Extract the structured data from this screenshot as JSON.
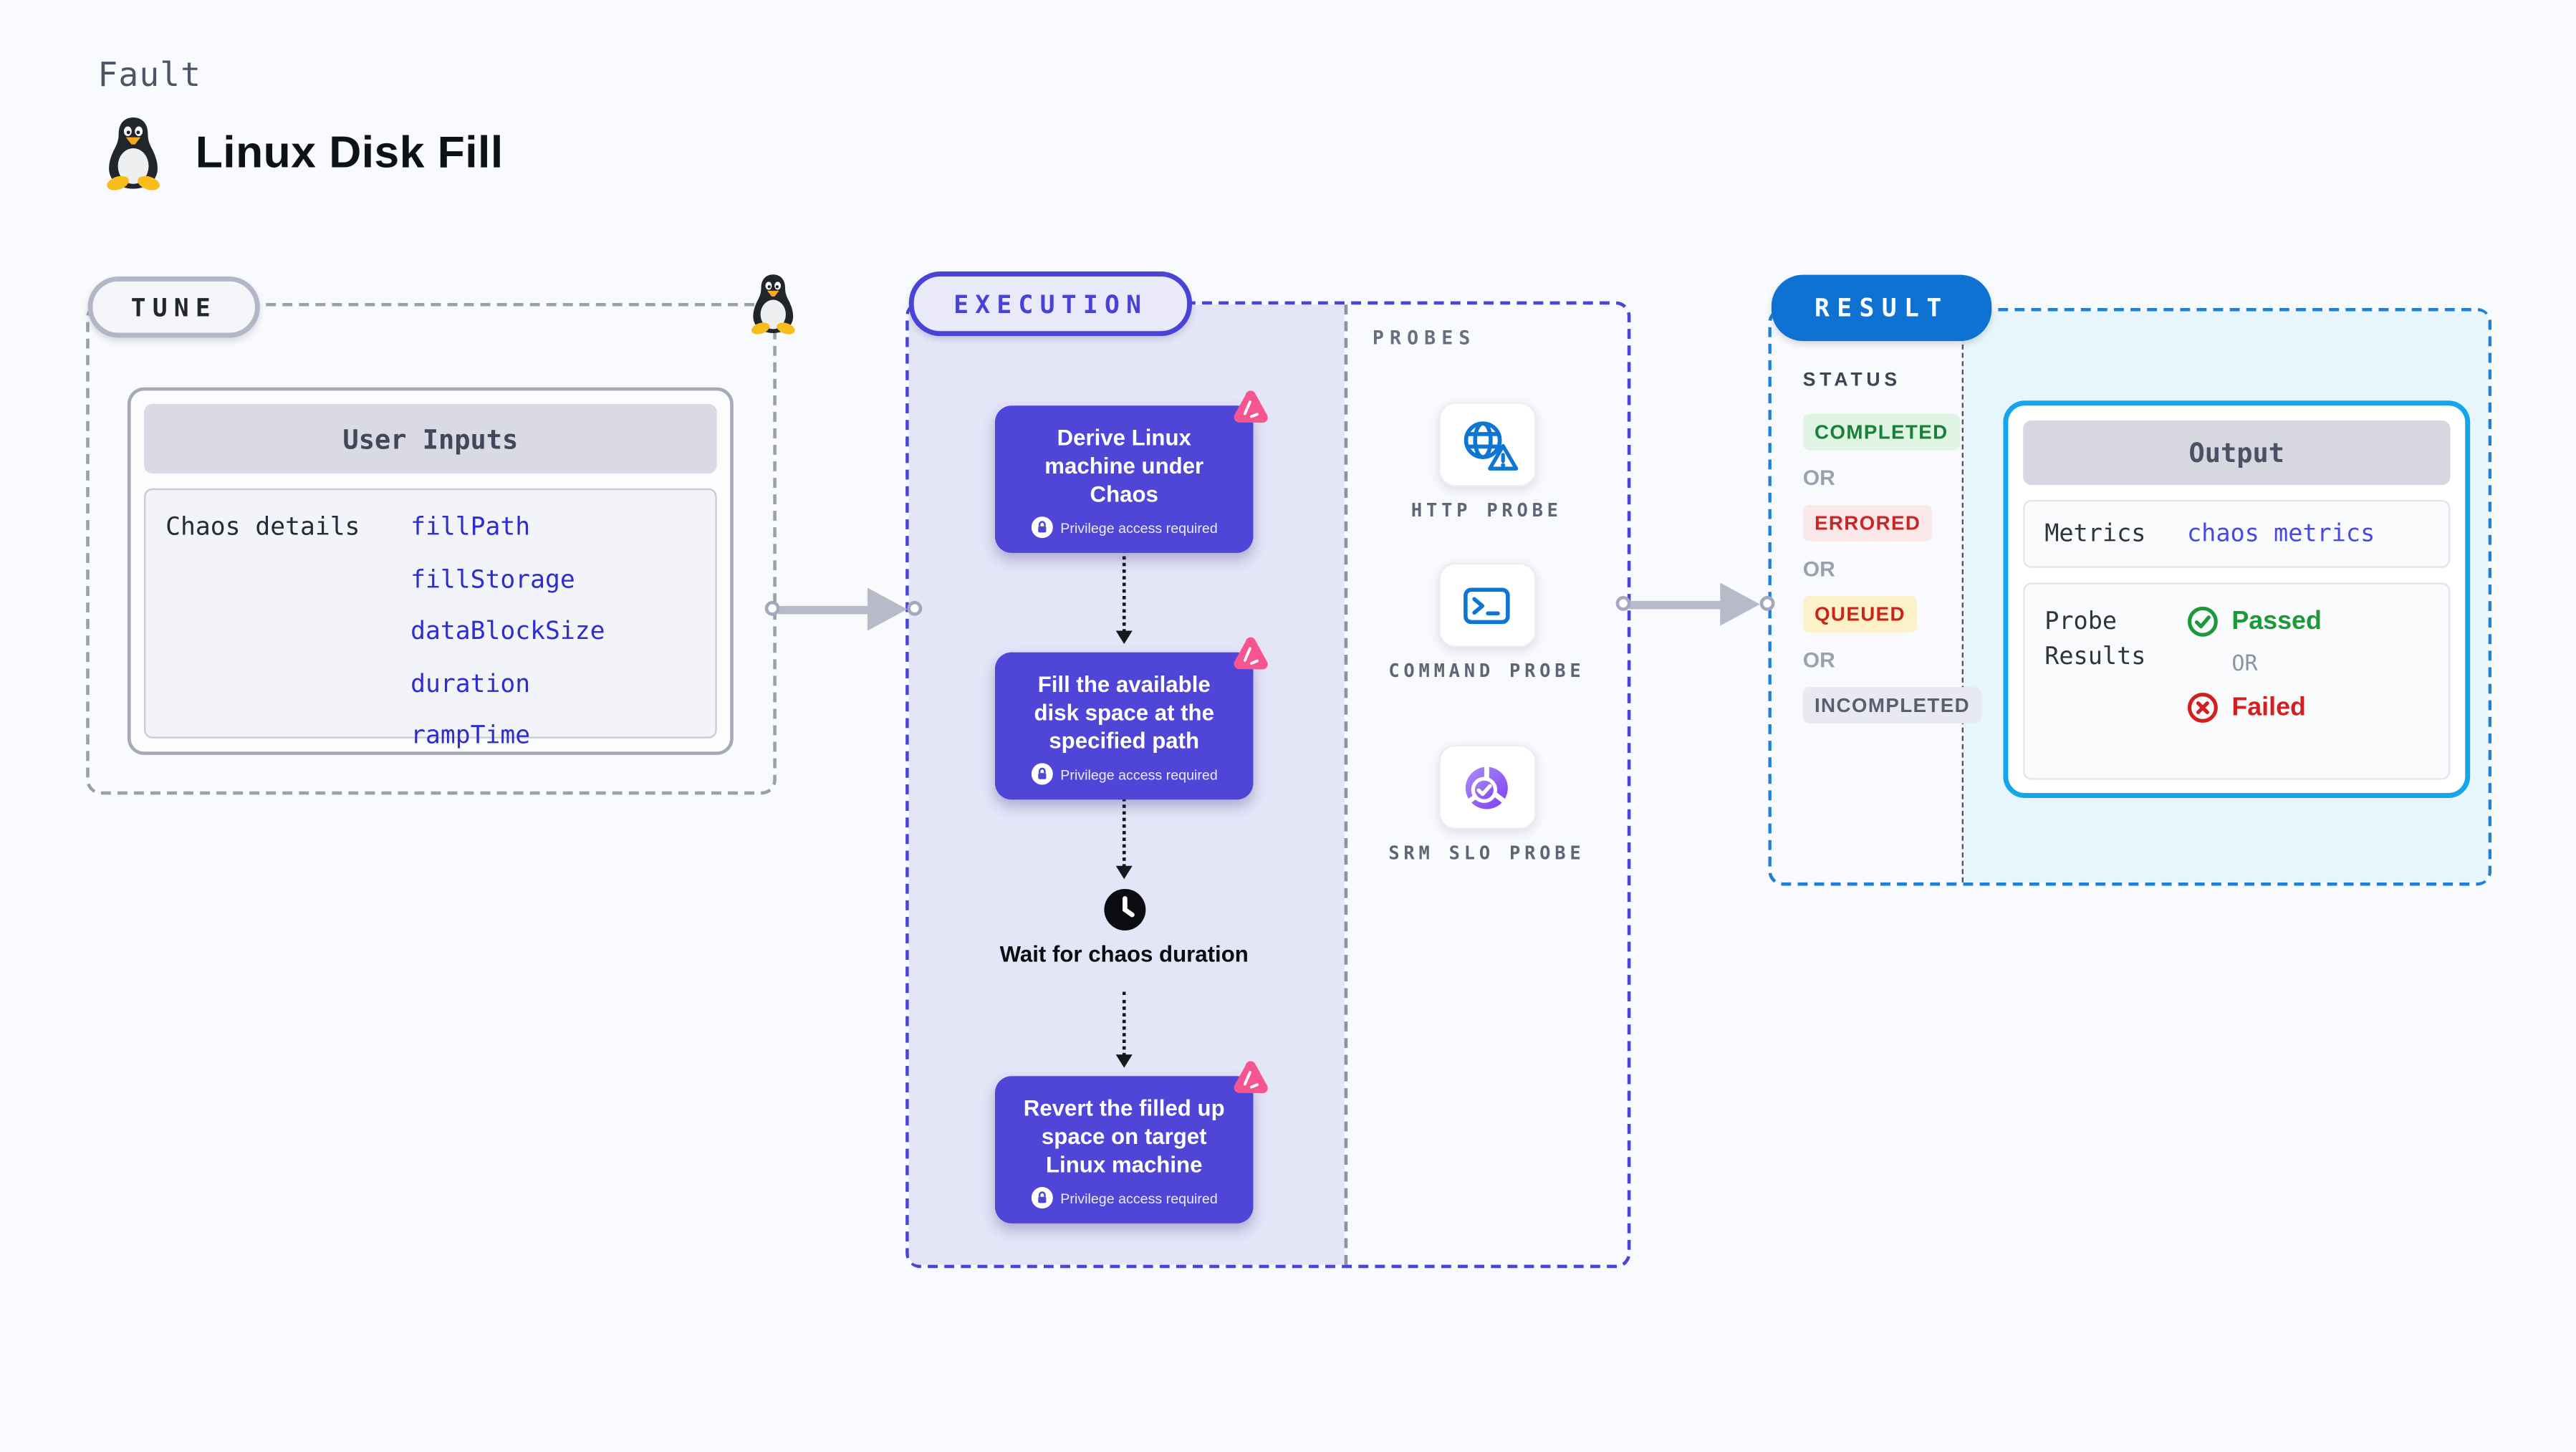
{
  "header": {
    "category_label": "Fault",
    "title": "Linux Disk Fill"
  },
  "tune": {
    "badge": "TUNE",
    "card_header": "User Inputs",
    "row_label": "Chaos details",
    "inputs": [
      "fillPath",
      "fillStorage",
      "dataBlockSize",
      "duration",
      "rampTime"
    ]
  },
  "execution": {
    "badge": "EXECUTION",
    "privilege_note": "Privilege access required",
    "steps": [
      {
        "title": "Derive Linux machine under Chaos"
      },
      {
        "title": "Fill the available disk space at the specified path"
      },
      {
        "title": "Revert the filled up space on target Linux machine"
      }
    ],
    "wait_label": "Wait for chaos duration"
  },
  "probes": {
    "title": "PROBES",
    "items": [
      {
        "label": "HTTP PROBE",
        "icon": "globe-warning-icon"
      },
      {
        "label": "COMMAND PROBE",
        "icon": "terminal-icon"
      },
      {
        "label": "SRM SLO PROBE",
        "icon": "slo-donut-check-icon"
      }
    ]
  },
  "result": {
    "badge": "RESULT",
    "status_title": "STATUS",
    "or_label": "OR",
    "statuses": [
      {
        "label": "COMPLETED",
        "color": "#188038",
        "bg": "#e0f4e3"
      },
      {
        "label": "ERRORED",
        "color": "#c62828",
        "bg": "#fbe9ea"
      },
      {
        "label": "QUEUED",
        "color": "#c9251c",
        "bg": "#fcf1c9"
      },
      {
        "label": "INCOMPLETED",
        "color": "#585f6f",
        "bg": "#e9eaf1"
      }
    ],
    "output": {
      "header": "Output",
      "metrics_label": "Metrics",
      "metrics_value": "chaos metrics",
      "probe_results_label": "Probe Results",
      "passed_label": "Passed",
      "or_label": "OR",
      "failed_label": "Failed"
    }
  },
  "colors": {
    "page_bg": "#f8fafd",
    "execution_accent": "#4944d7",
    "execution_card": "#4f46d8",
    "execution_bg": "#e5e5f8",
    "result_accent": "#0e72d3",
    "result_bg": "#e7f5fd",
    "output_border": "#14a6ea",
    "probe_icon_blue": "#0d76d3",
    "litmus_pink": "#f75590",
    "link_blue": "#4848e6",
    "passed_green": "#1c9a38",
    "failed_red": "#d21f1f"
  }
}
